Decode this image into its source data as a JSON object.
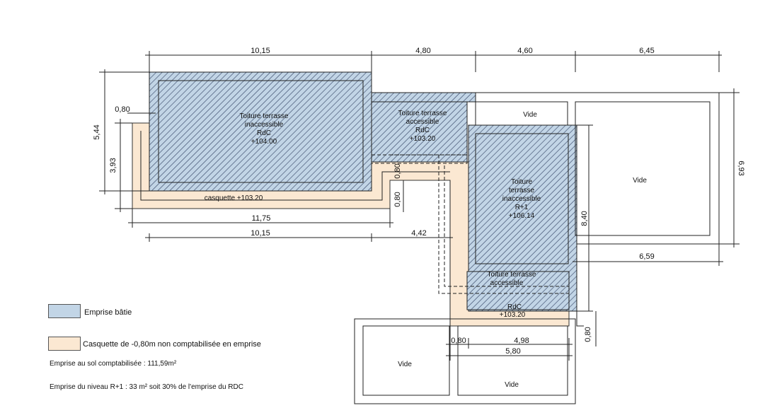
{
  "colors": {
    "bati": "#c2d5e6",
    "casquette": "#fbe8d2",
    "hatch": "#3a4a6a",
    "line": "#222222"
  },
  "dimensions": {
    "top_1": "10,15",
    "top_2": "4,80",
    "top_3": "4,60",
    "top_4": "6,45",
    "left_outer": "5,44",
    "left_inner": "3,93",
    "left_small": "0,80",
    "right_outer": "6,93",
    "bottom_1": "11,75",
    "bottom_2": "10,15",
    "bottom_3": "4,42",
    "inner_v_1": "0,80",
    "inner_v_2": "0,80",
    "mid_v": "8,40",
    "mid_h": "6,59",
    "lower_1": "0,80",
    "lower_2": "4,98",
    "lower_3": "5,80",
    "lower_v": "0,80"
  },
  "zones": {
    "main": {
      "line1": "Toiture terrasse",
      "line2": "inaccessible",
      "line3": "RdC",
      "line4": "+104.00"
    },
    "middle": {
      "line1": "Toiture terrasse",
      "line2": "accessible",
      "line3": "RdC",
      "line4": "+103.20"
    },
    "r1": {
      "line1": "Toiture",
      "line2": "terrasse",
      "line3": "inaccessible",
      "line4": "R+1",
      "line5": "+106.14"
    },
    "lower": {
      "line1": "Toiture terrasse",
      "line2": "accessible",
      "line3": "RdC",
      "line4": "+103.20"
    },
    "casquette": "casquette +103.20"
  },
  "voids": {
    "v1": "Vide",
    "v2": "Vide",
    "v3": "Vide",
    "v4": "Vide"
  },
  "legend": {
    "bati": "Emprise bâtie",
    "casquette": "Casquette de -0,80m non comptabilisée en emprise",
    "emprise_sol": "Emprise au sol comptabilisée : 111,59m²",
    "emprise_r1": "Emprise du niveau R+1 : 33 m² soit 30% de l'emprise du RDC"
  }
}
